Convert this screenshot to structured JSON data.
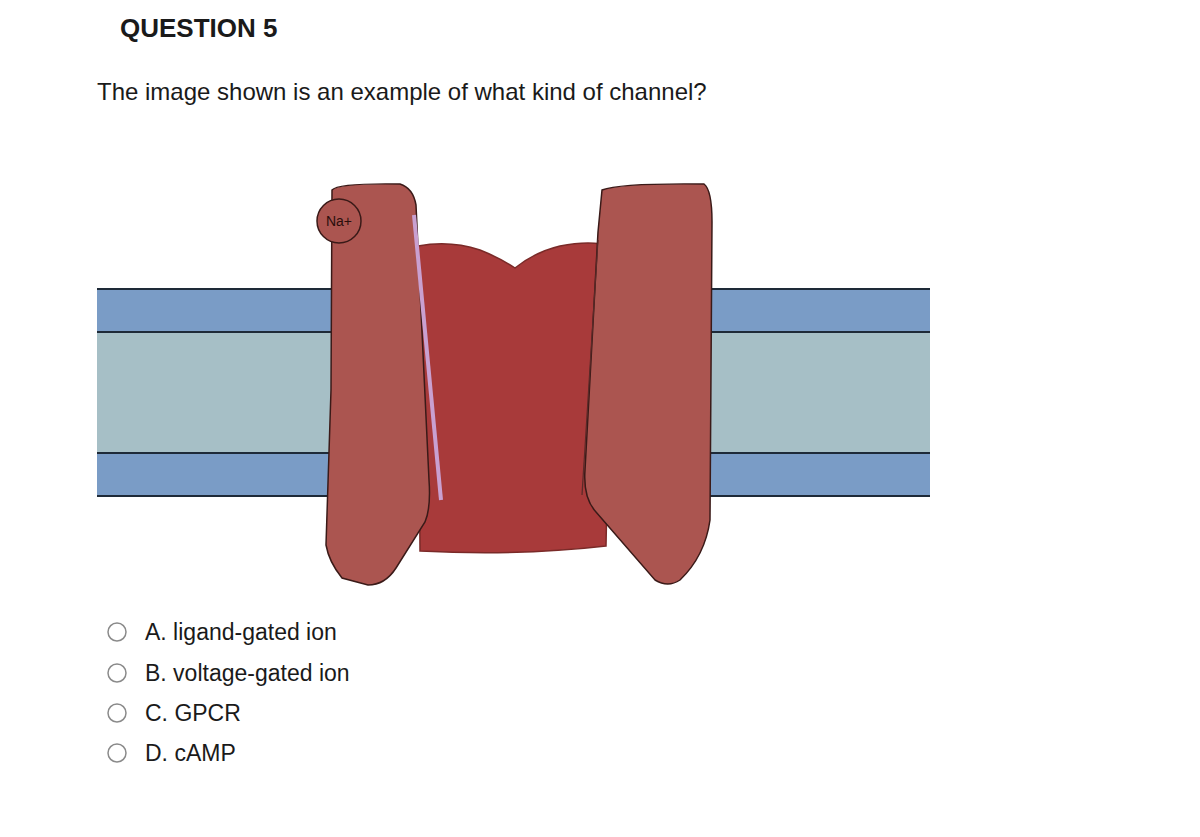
{
  "diagram": {
    "title": "QUESTION 5",
    "nodes": [
      {
        "text": [
          "Na+"
        ]
      }
    ],
    "labels": [
      "The image shown is an example of what kind of channel?",
      "A. ligand-gated ion",
      "B. voltage-gated ion",
      "C. GPCR",
      "D. cAMP"
    ]
  }
}
